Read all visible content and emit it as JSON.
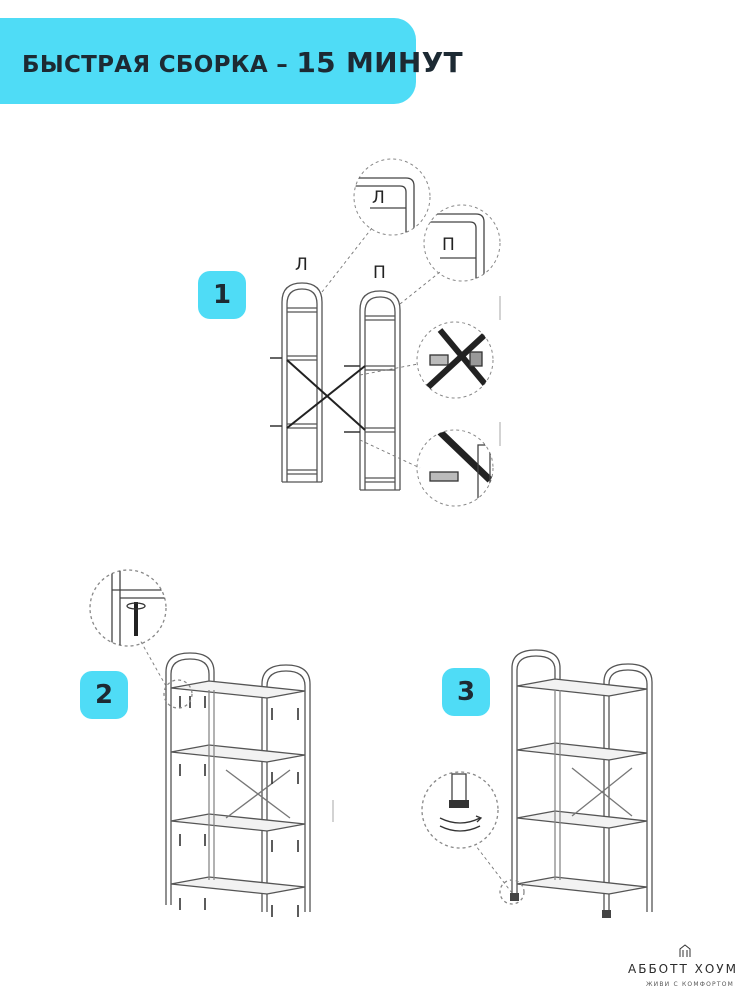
{
  "header": {
    "title_prefix": "БЫСТРАЯ СБОРКА – ",
    "title_emphasis": "15 МИНУТ"
  },
  "steps": [
    {
      "number": "1",
      "label_left": "Л",
      "label_right": "П",
      "detail_left": "Л",
      "detail_right": "П"
    },
    {
      "number": "2"
    },
    {
      "number": "3"
    }
  ],
  "brand": {
    "name": "АББОТТ ХОУМ",
    "tagline": "ЖИВИ С КОМФОРТОМ"
  },
  "colors": {
    "accent": "#4fdcf6",
    "ink": "#1d2a33",
    "line": "#555555"
  }
}
